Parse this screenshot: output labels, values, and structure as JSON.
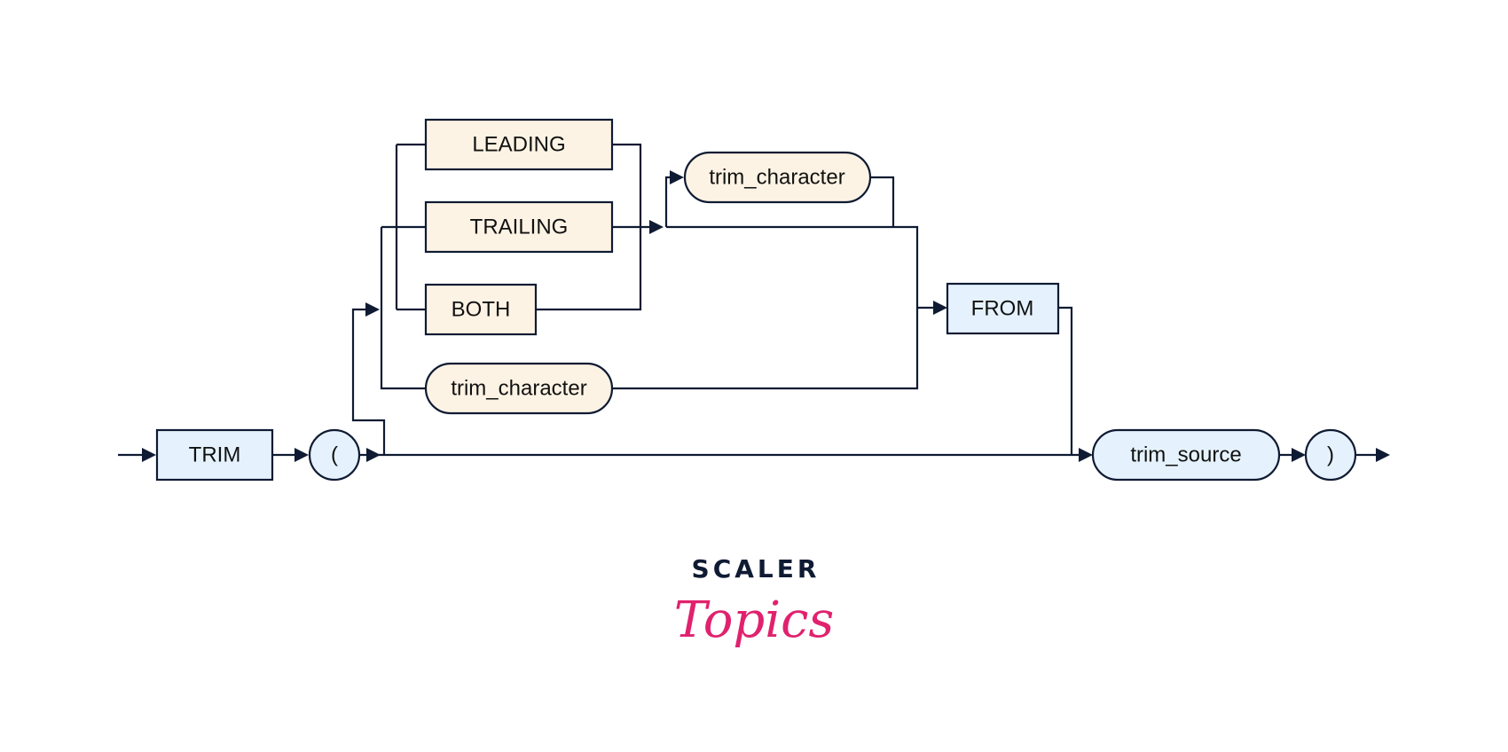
{
  "diagram": {
    "title": "TRIM syntax diagram",
    "nodes": {
      "trim": "TRIM",
      "open_paren": "(",
      "leading": "LEADING",
      "trailing": "TRAILING",
      "both": "BOTH",
      "trim_character_upper": "trim_character",
      "trim_character_lower": "trim_character",
      "from": "FROM",
      "trim_source": "trim_source",
      "close_paren": ")"
    },
    "colors": {
      "stroke": "#0f1b33",
      "keyword_fill": "#fdf3e4",
      "main_fill": "#e5f2fd"
    }
  },
  "logo": {
    "line1": "SCALER",
    "line2": "Topics",
    "accent": "#e0226e"
  }
}
